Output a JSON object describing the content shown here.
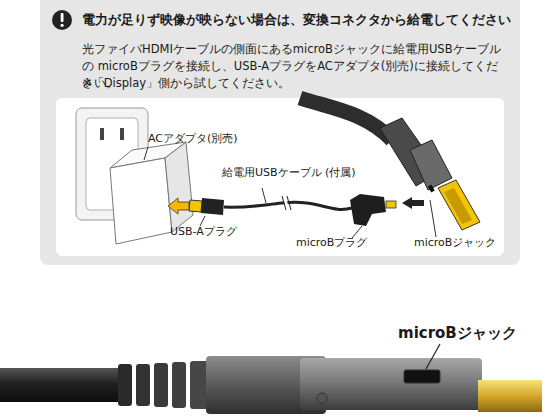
{
  "diagram": {
    "nodes": [
      {
        "text": [
          "電力が足りず映像が映らない場合は、変換コネクタから給電してください",
          "光ファイバHDMIケーブルの側面にあるmicroBジャックに給電用USBケーブルの microBプラグを接続し、USB-AプラグをACアダプタ(別売)に接続してください。",
          "※「Display」側から試してください。"
        ]
      }
    ],
    "labels": [
      "ACアダプタ(別売)",
      "給電用USBケーブル (付属)",
      "USB-Aプラグ",
      "microBプラグ",
      "microBジャック",
      "microBジャック"
    ]
  }
}
